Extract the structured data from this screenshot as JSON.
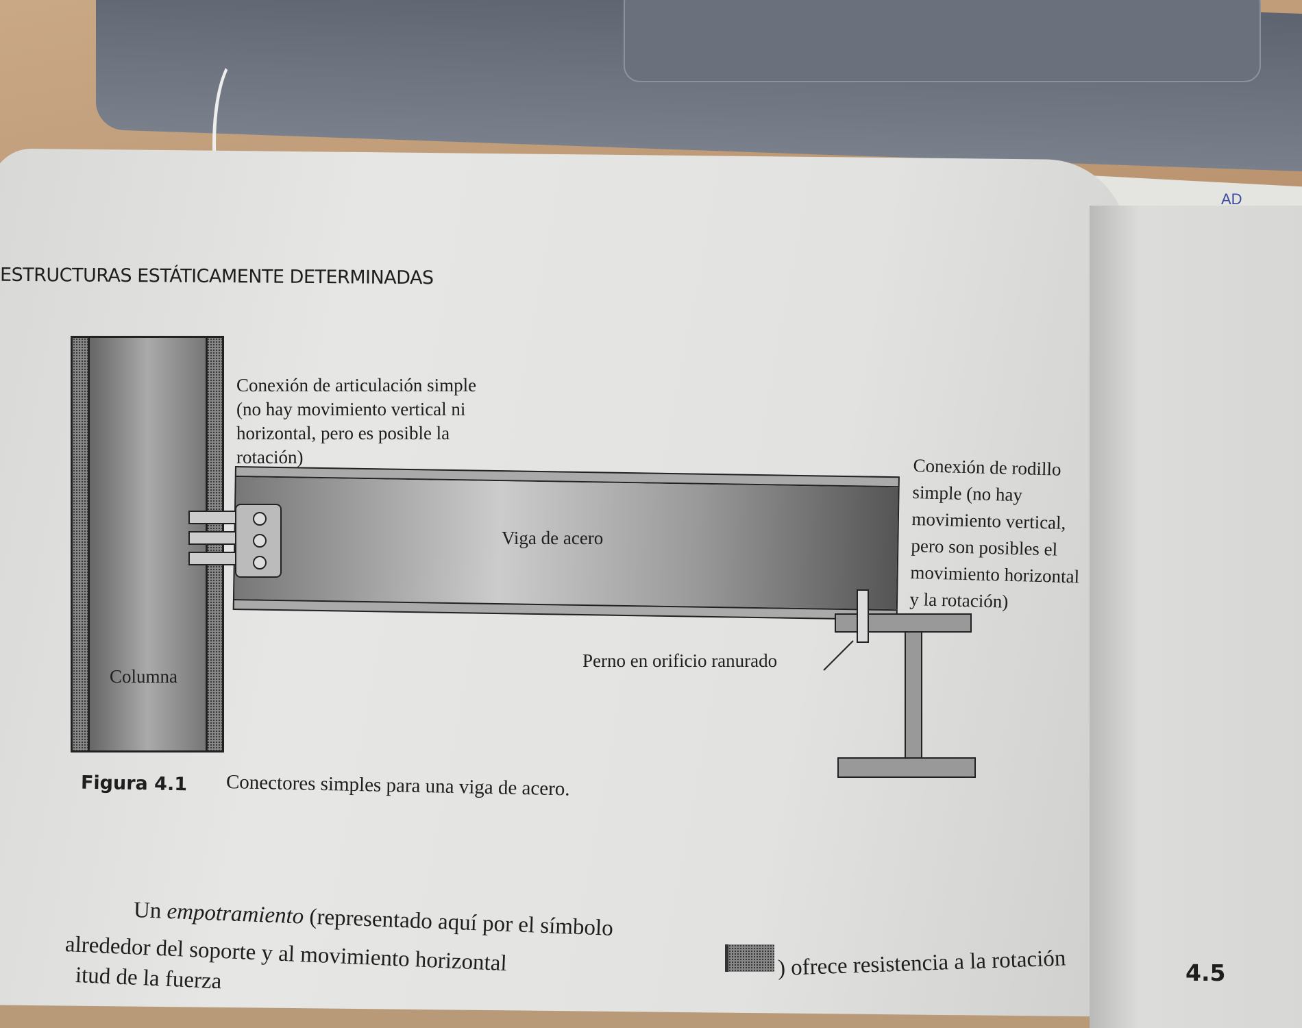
{
  "page": {
    "running_head": "ESTRUCTURAS ESTÁTICAMENTE DETERMINADAS",
    "handwritten_note": "AD",
    "figure": {
      "pin_label": [
        "Conexión de articulación simple",
        "(no hay movimiento vertical ni",
        "horizontal, pero es posible la",
        "rotación)"
      ],
      "roller_label": [
        "Conexión de rodillo",
        "simple (no hay",
        "movimiento vertical,",
        "pero son posibles el",
        "movimiento horizontal",
        "y la rotación)"
      ],
      "beam_label": "Viga de acero",
      "bolt_label": "Perno en orificio ranurado",
      "column_label": "Columna",
      "caption_number": "Figura 4.1",
      "caption_text": "Conectores simples para una viga de acero."
    },
    "body": {
      "line1_a": "Un ",
      "line1_em": "empotramiento",
      "line1_b": " (representado aquí por el símbolo",
      "line2": "alrededor del soporte y al movimiento horizontal",
      "line2_right": ") ofrece resistencia a la rotación",
      "line3": "itud de la fuerza",
      "next_section": "4.5"
    }
  }
}
